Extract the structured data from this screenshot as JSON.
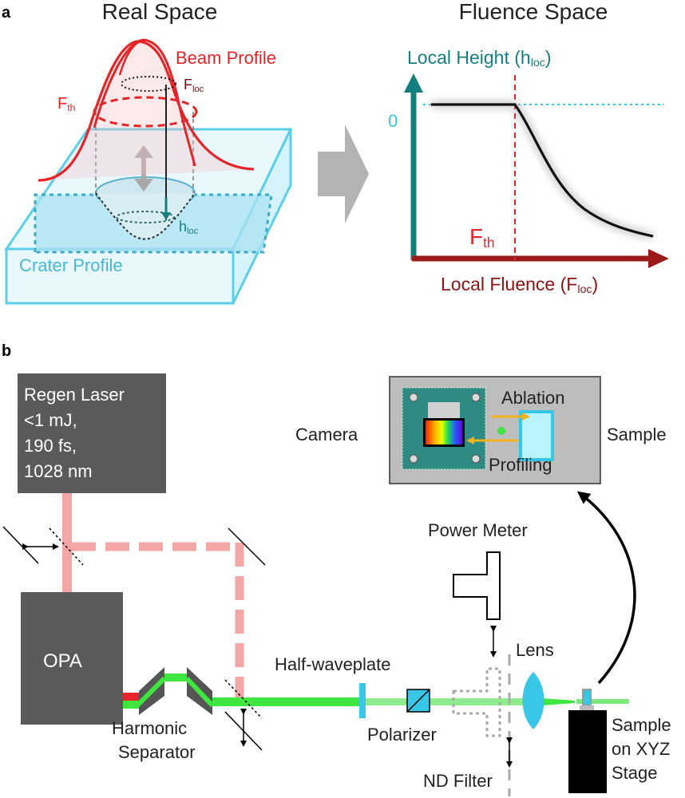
{
  "panel_a": {
    "label": "a",
    "real_space_title": "Real Space",
    "fluence_space_title": "Fluence Space",
    "beam_profile": "Beam Profile",
    "f_loc": {
      "base": "F",
      "sub": "loc"
    },
    "f_th": {
      "base": "F",
      "sub": "th"
    },
    "h_loc": {
      "base": "h",
      "sub": "loc"
    },
    "crater_profile": "Crater Profile",
    "y_axis_label": {
      "base": "Local Height (h",
      "sub": "loc",
      "end": ")"
    },
    "zero_label": "0",
    "threshold_label": {
      "base": "F",
      "sub": "th"
    },
    "x_axis_label": {
      "base": "Local Fluence (F",
      "sub": "loc",
      "end": ")"
    }
  },
  "panel_b": {
    "label": "b",
    "laser_lines": [
      "Regen Laser",
      "<1 mJ,",
      "190 fs,",
      "1028 nm"
    ],
    "opa": "OPA",
    "harmonic_separator": [
      "Harmonic",
      "Separator"
    ],
    "half_waveplate": "Half-waveplate",
    "polarizer": "Polarizer",
    "power_meter": "Power Meter",
    "lens": "Lens",
    "nd_filter": "ND Filter",
    "sample_stage": [
      "Sample",
      "on XYZ",
      "Stage"
    ],
    "camera": "Camera",
    "sample": "Sample",
    "ablation": "Ablation",
    "profiling": "Profiling"
  },
  "colors": {
    "red": "#e4252a",
    "dark_red": "#9b1b1b",
    "teal": "#157f7f",
    "cyan": "#38c6e6",
    "pink": "#f4a6a6",
    "green": "#3fe63f",
    "gray_box": "#5a5a5a",
    "camera_green": "#2f8a84"
  }
}
